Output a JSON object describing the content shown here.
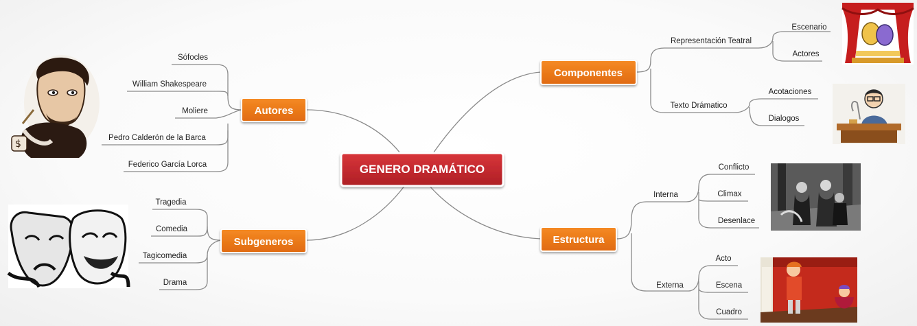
{
  "center": {
    "label": "GENERO DRAMÁTICO"
  },
  "branches": {
    "autores": {
      "label": "Autores",
      "items": [
        "Sófocles",
        "William Shakespeare",
        "Moliere",
        "Pedro Calderón de la Barca",
        "Federico García Lorca"
      ]
    },
    "subgeneros": {
      "label": "Subgeneros",
      "items": [
        "Tragedia",
        "Comedia",
        "Tagicomedia",
        "Drama"
      ]
    },
    "componentes": {
      "label": "Componentes",
      "representacion": {
        "label": "Representación Teatral",
        "items": [
          "Escenario",
          "Actores"
        ]
      },
      "texto": {
        "label": "Texto Drámatico",
        "items": [
          "Acotaciones",
          "Dialogos"
        ]
      }
    },
    "estructura": {
      "label": "Estructura",
      "interna": {
        "label": "Interna",
        "items": [
          "Conflicto",
          "Climax",
          "Desenlace"
        ]
      },
      "externa": {
        "label": "Externa",
        "items": [
          "Acto",
          "Escena",
          "Cuadro"
        ]
      }
    }
  },
  "colors": {
    "center": "#c0272d",
    "branch": "#ee7a1b",
    "line": "#8a8a8a"
  },
  "icons": [
    "shakespeare-portrait-icon",
    "theatre-masks-icon",
    "theatre-stage-masks-icon",
    "writer-at-desk-icon",
    "actors-scene-photo-icon",
    "cartoon-stage-icon"
  ]
}
